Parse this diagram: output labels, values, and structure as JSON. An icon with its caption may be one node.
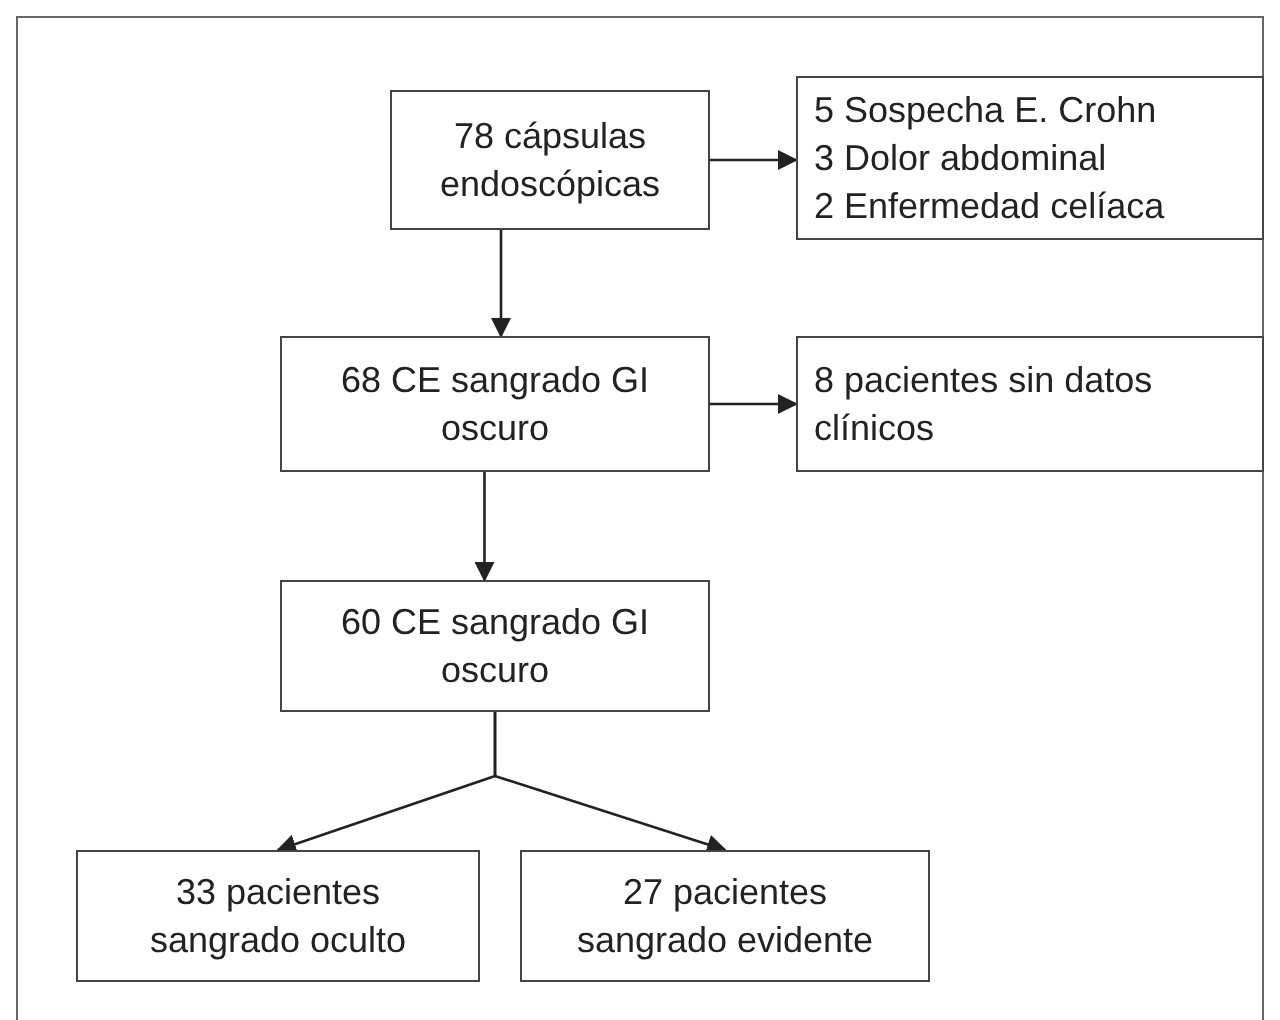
{
  "diagram": {
    "nodes": [
      {
        "text": [
          "78 cápsulas endoscópicas"
        ]
      },
      {
        "text": [
          "5 Sospecha E. Crohn",
          "3 Dolor abdominal",
          "2 Enfermedad celíaca"
        ]
      },
      {
        "text": [
          "68 CE sangrado GI oscuro"
        ]
      },
      {
        "text": [
          "8 pacientes sin datos clínicos"
        ]
      },
      {
        "text": [
          "60 CE sangrado GI oscuro"
        ]
      },
      {
        "text": [
          "33 pacientes sangrado oculto"
        ]
      },
      {
        "text": [
          "27 pacientes sangrado evidente"
        ]
      }
    ],
    "edges": [
      {
        "from": 0,
        "to": 1,
        "arrow": "to"
      },
      {
        "from": 0,
        "to": 2,
        "arrow": "to"
      },
      {
        "from": 2,
        "to": 3,
        "arrow": "to"
      },
      {
        "from": 2,
        "to": 4,
        "arrow": "to"
      },
      {
        "from": 4,
        "to": 5,
        "arrow": "to"
      },
      {
        "from": 4,
        "to": 6,
        "arrow": "to"
      }
    ]
  }
}
